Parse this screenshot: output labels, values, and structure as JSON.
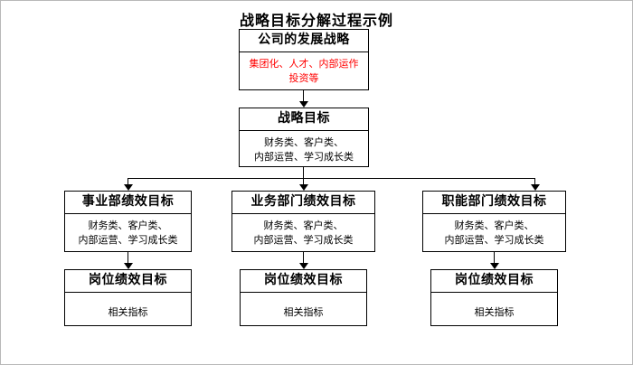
{
  "title": "战略目标分解过程示例",
  "nodes": {
    "strategy": {
      "head": "公司的发展战略",
      "body": "集团化、人才、内部运作\n投资等"
    },
    "strategic_goal": {
      "head": "战略目标",
      "body": "财务类、客户类、\n内部运营、学习成长类"
    },
    "division": {
      "head": "事业部绩效目标",
      "body": "财务类、客户类、\n内部运营、学习成长类"
    },
    "business_dept": {
      "head": "业务部门绩效目标",
      "body": "财务类、客户类、\n内部运营、学习成长类"
    },
    "function_dept": {
      "head": "职能部门绩效目标",
      "body": "财务类、客户类、\n内部运营、学习成长类"
    },
    "post_left": {
      "head": "岗位绩效目标",
      "body": "相关指标"
    },
    "post_mid": {
      "head": "岗位绩效目标",
      "body": "相关指标"
    },
    "post_right": {
      "head": "岗位绩效目标",
      "body": "相关指标"
    }
  },
  "colors": {
    "accent_red": "#ff0000",
    "line": "#000000",
    "border": "#b8b8b8"
  }
}
